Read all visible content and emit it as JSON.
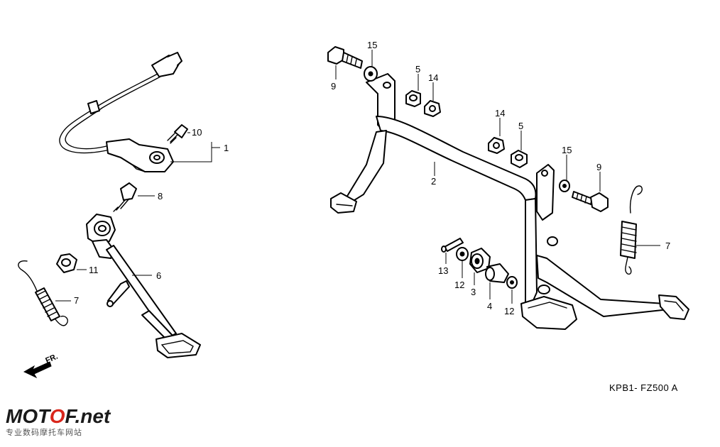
{
  "callouts": {
    "n1": "1",
    "n2": "2",
    "n3": "3",
    "n4": "4",
    "n5a": "5",
    "n5b": "5",
    "n6": "6",
    "n7a": "7",
    "n7b": "7",
    "n8": "8",
    "n9a": "9",
    "n9b": "9",
    "n10": "10",
    "n11": "11",
    "n12a": "12",
    "n12b": "12",
    "n13": "13",
    "n14a": "14",
    "n14b": "14",
    "n15a": "15",
    "n15b": "15"
  },
  "direction_label": "FR.",
  "diagram_code": "KPB1- FZ500 A",
  "watermark": {
    "brand_pre": "MOT",
    "brand_o": "O",
    "brand_post": "F.net",
    "tagline": "专业数码摩托车网站"
  },
  "colors": {
    "line": "#000000",
    "background": "#ffffff",
    "logo_accent": "#d9261c"
  }
}
